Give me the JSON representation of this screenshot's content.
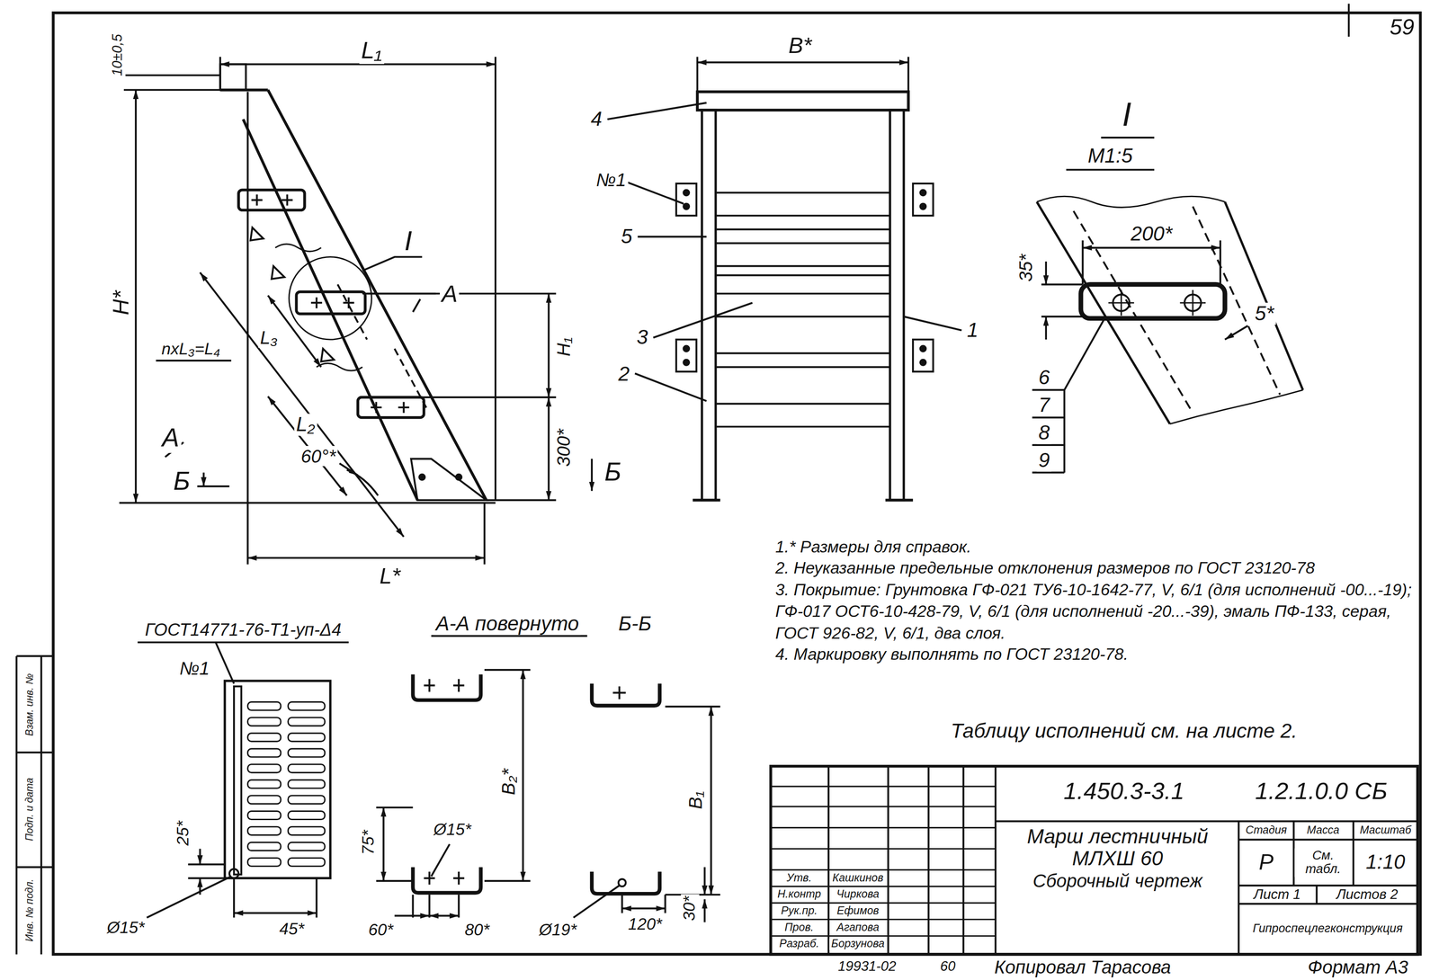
{
  "diagram": {
    "labels": [
      "59",
      "L₁",
      "10±0,5",
      "H*",
      "I",
      "A",
      "nxL₃=L₄",
      "L₃",
      "A",
      "Б",
      "L₂",
      "60°*",
      "L*",
      "Б",
      "H₁",
      "300*",
      "B*",
      "4",
      "№1",
      "5",
      "3",
      "2",
      "1",
      "I",
      "M1:5",
      "200*",
      "35*",
      "5*",
      "6",
      "7",
      "8",
      "9",
      "ГОСТ14771-76-Т1-уп-Δ4",
      "№1",
      "25*",
      "Ø15*",
      "45*",
      "А-А повернуто",
      "Б-Б",
      "B₂*",
      "75*",
      "Ø15*",
      "60*",
      "80*",
      "B₁",
      "Ø19*",
      "120*",
      "30*",
      "1.* Размеры для справок.",
      "2. Неуказанные предельные отклонения размеров по ГОСТ 23120-78",
      "3. Покрытие: Грунтовка ГФ-021 ТУ6-10-1642-77, V, 6/1 (для исполнений -00...-19); ГФ-017 ОСТ6-10-428-79, V, 6/1 (для исполнений -20...-39), эмаль ПФ-133, серая, ГОСТ 926-82, V, 6/1, два слоя.",
      "4. Маркировку выполнять по ГОСТ 23120-78.",
      "Таблицу исполнений см. на листе 2.",
      "1.450.3-3.1",
      "1.2.1.0.0 СБ",
      "Марш лестничный",
      "МЛХШ 60",
      "Сборочный чертеж",
      "Стадия",
      "Масса",
      "Масштаб",
      "Р",
      "См. табл.",
      "1:10",
      "Лист 1",
      "Листов 2",
      "Гипроспецлегконструкция",
      "Утв.",
      "Кашкинов",
      "Н.контр",
      "Чиркова",
      "Рук.пр.",
      "Ефимов",
      "Пров.",
      "Агапова",
      "Разраб.",
      "Борзунова",
      "19931-02",
      "60",
      "Копировал Тарасова",
      "Формат А3",
      "Взам. инв. №",
      "Подп. и дата",
      "Инв. № подл."
    ]
  }
}
